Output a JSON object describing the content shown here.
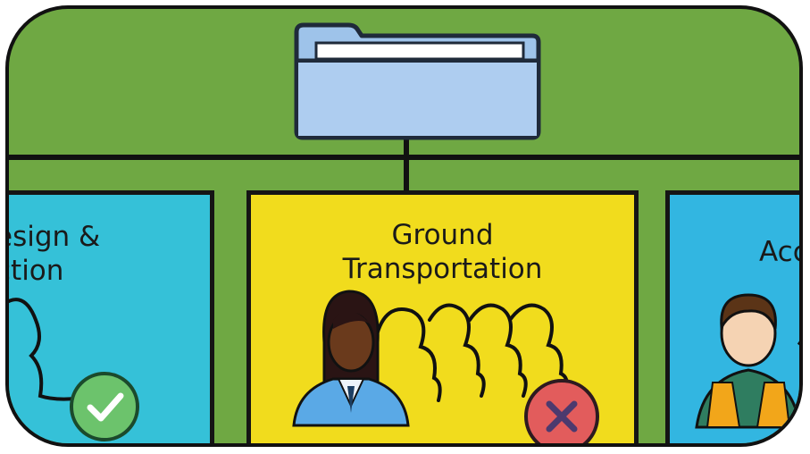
{
  "diagram": {
    "root_icon": "folder-icon",
    "colors": {
      "background": "#6fa843",
      "panel_left": "#35c1d8",
      "panel_center": "#f1dc1d",
      "panel_right": "#32b6e1",
      "status_ok": "#6cc36c",
      "status_error": "#e25c5c"
    },
    "panels": [
      {
        "title_line1": "esign &",
        "title_line2": "ction",
        "icon": "people-group-icon",
        "status": "check-icon"
      },
      {
        "title_line1": "Ground",
        "title_line2": "Transportation",
        "icon": "agent-with-people-icon",
        "status": "close-icon"
      },
      {
        "title_line1": "Acc",
        "icon": "worker-icon"
      }
    ]
  }
}
